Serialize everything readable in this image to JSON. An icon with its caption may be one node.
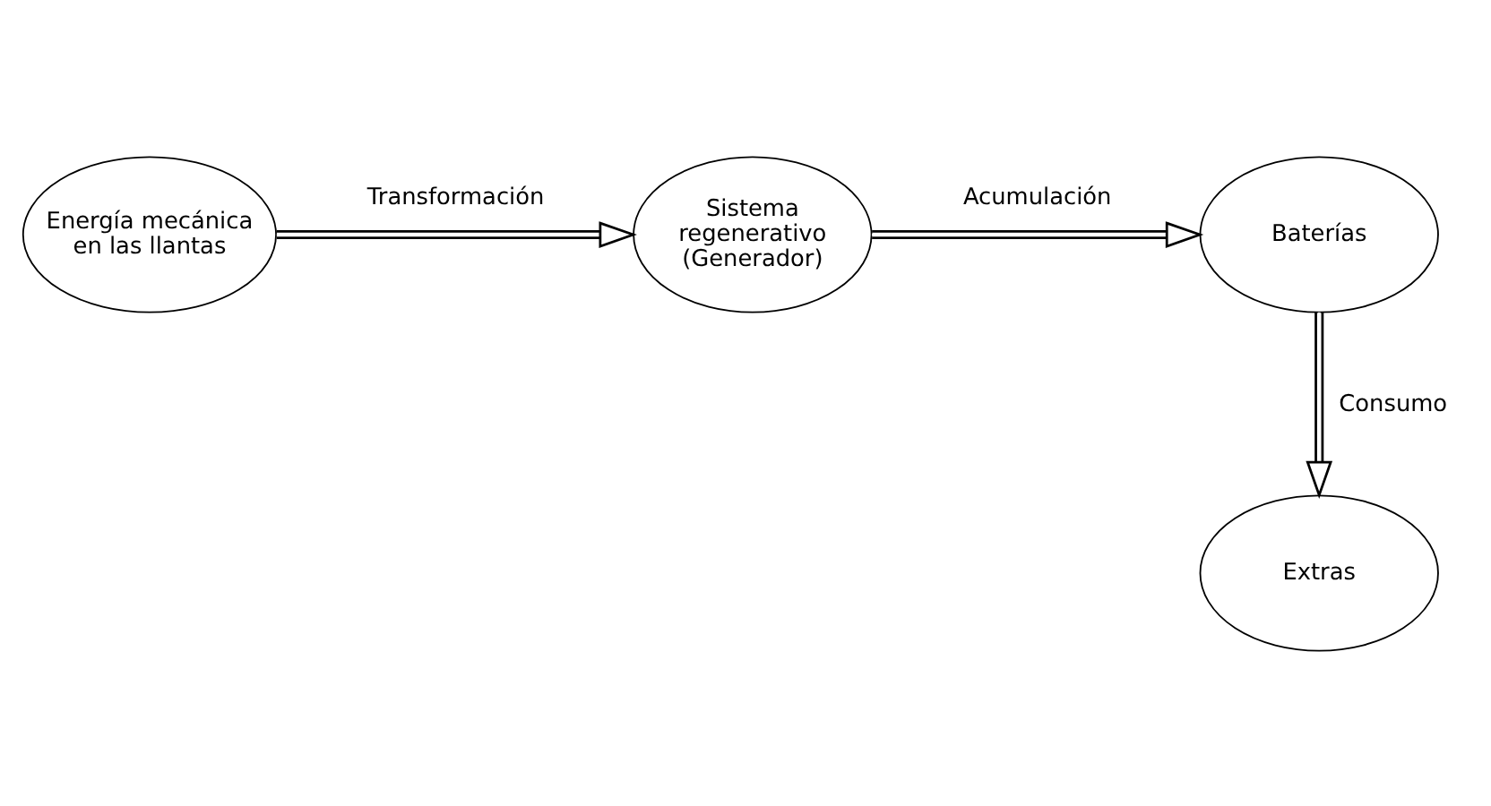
{
  "diagram": {
    "nodes": [
      {
        "text": [
          "Energía mecánica en las llantas"
        ]
      },
      {
        "text": [
          "Sistema regenerativo (Generador)"
        ]
      },
      {
        "text": [
          "Baterías"
        ]
      },
      {
        "text": [
          "Extras"
        ]
      }
    ],
    "edges": [
      {
        "from": 0,
        "to": 1,
        "arrow": "to",
        "label": "Transformación"
      },
      {
        "from": 1,
        "to": 2,
        "arrow": "to",
        "label": "Acumulación"
      },
      {
        "from": 2,
        "to": 3,
        "arrow": "to",
        "label": "Consumo"
      }
    ]
  }
}
